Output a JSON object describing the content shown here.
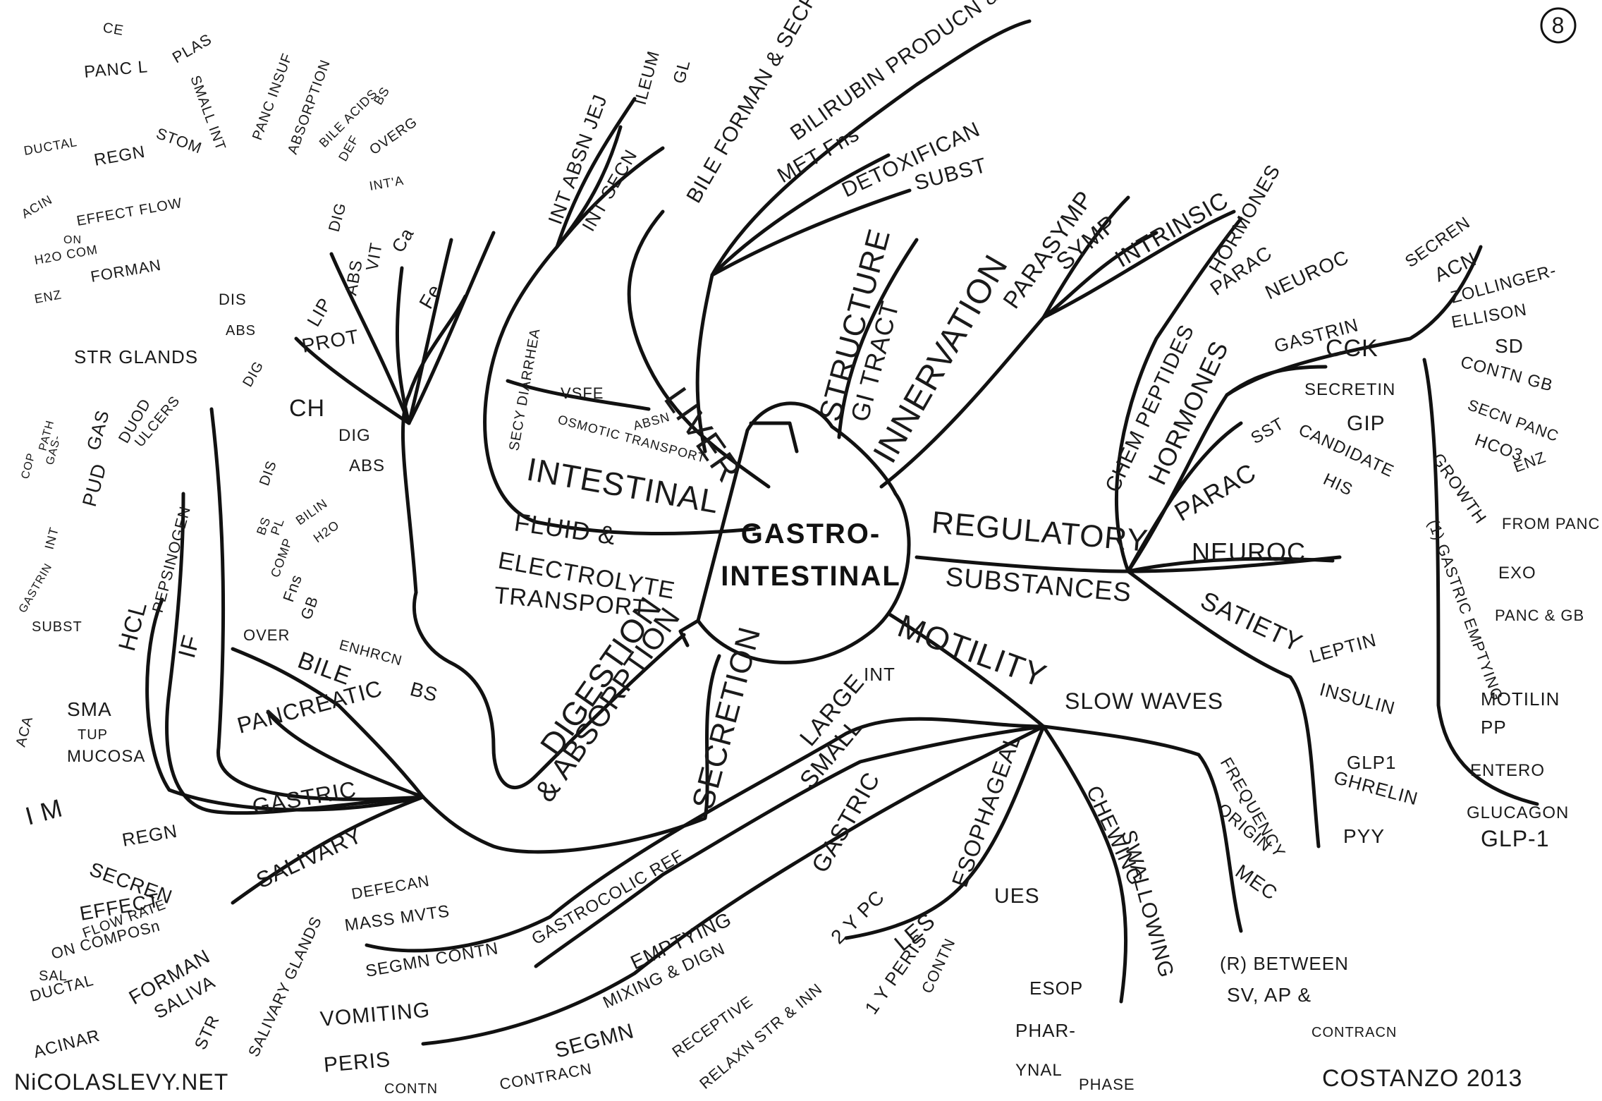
{
  "page_number": "8",
  "credit_left": "NiCOLASLEVY.NET",
  "credit_right": "COSTANZO 2013",
  "center": {
    "line1": "GASTRO-",
    "line2": "INTESTINAL"
  },
  "branches": {
    "structure": {
      "label": "STRUCTURE",
      "children": [
        "GI TRACT"
      ]
    },
    "innervation": {
      "label": "INNERVATION",
      "children": [
        "PARASYMP",
        "SYMP",
        "INTRINSIC"
      ]
    },
    "liver": {
      "label": "LIVER",
      "children": [
        "BILE FORMAN & SECREN",
        "BILIRUBIN PRODUCN & EXCN",
        "MET Fns",
        "DETOXIFICAN",
        "SUBST"
      ]
    },
    "intestinal": {
      "label": "INTESTINAL",
      "children": [
        "INT ABSN JEJ",
        "ILEUM",
        "GL",
        "INT SECN",
        "SECY DIARRHEA",
        "VSFE",
        "OSMOTIC TRANSPORT",
        "ABSN"
      ]
    },
    "fluid": {
      "line1": "FLUID &",
      "line2": "ELECTROLYTE",
      "line3": "TRANSPORT"
    },
    "digestion": {
      "line1": "DIGESTION",
      "line2": "& ABSORPTION"
    },
    "secretion": {
      "label": "SECRETION"
    },
    "regulatory": {
      "line1": "REGULATORY",
      "line2": "SUBSTANCES"
    },
    "motility": {
      "label": "MOTILITY"
    }
  },
  "regulatory_items": {
    "chem_peptides": "CHEM PEPTIDES",
    "hormones_top": "HORMONES",
    "parac_top": "PARAC",
    "neuroc_top": "NEUROC",
    "hormones": "HORMONES",
    "gastrin": "GASTRIN",
    "cck": "CCK",
    "secretin": "SECRETIN",
    "gip": "GIP",
    "candidate": "CANDIDATE",
    "parac": "PARAC",
    "sst": "SST",
    "his": "HIS",
    "neuroc": "NEUROC",
    "satiety": "SATIETY",
    "secren": "SECREN",
    "acn": "ACN",
    "zollinger": "ZOLLINGER-",
    "ellison": "ELLISON",
    "sd": "SD",
    "contn_gb": "CONTN GB",
    "secn_panc": "SECN PANC",
    "hco3": "HCO3",
    "enz": "ENZ",
    "growth": "GROWTH",
    "from_panc": "FROM PANC",
    "exo": "EXO",
    "gastric_emptying": "(1) GASTRIC EMPTYING",
    "panc_gb": "PANC & GB",
    "motilin": "MOTILIN",
    "pp": "PP",
    "entero": "ENTERO",
    "glucagon": "GLUCAGON",
    "glp1": "GLP-1",
    "leptin": "LEPTIN",
    "insulin": "INSULIN",
    "glp1b": "GLP1",
    "ghrelin": "GHRELIN",
    "pyy": "PYY"
  },
  "motility_items": {
    "slow_waves": "SLOW WAVES",
    "frequency": "FREQUENCY",
    "origin": "ORIGIN",
    "mec": "MEC",
    "between": "(R) BETWEEN",
    "sv_ap": "SV, AP &",
    "contracn": "CONTRACN",
    "chewing": "CHEWING",
    "swallowing": "SWALLOWING",
    "esop": "ESOP",
    "phar": "PHAR-",
    "ynal": "YNAL",
    "phase": "PHASE",
    "esophageal": "ESOPHAGEAL",
    "ues": "UES",
    "les": "LES",
    "zypc": "2 Y PC",
    "ypermis": "1 Y PERIS",
    "contn": "CONTN",
    "gastric": "GASTRIC",
    "emptying": "EMPTYING",
    "mixing": "MIXING & DIGN",
    "receptive": "RECEPTIVE",
    "relax": "RELAXN STR & INN",
    "small": "SMALL",
    "segm": "SEGMN",
    "contracn2": "CONTRACN",
    "peris": "PERIS",
    "contn2": "CONTN",
    "vomiting": "VOMITING",
    "large": "LARGE",
    "int": "INT",
    "gastrocolic": "GASTROCOLIC REF",
    "defecan": "DEFECAN",
    "mass_mvts": "MASS MVTS",
    "segm_contn": "SEGMN CONTN"
  },
  "secretion_items": {
    "bile": "BILE",
    "enhrcn": "ENHRCN",
    "bs": "BS",
    "over": "OVER",
    "gb": "GB",
    "fns": "Fns",
    "comp": "COMP",
    "bs2": "BS",
    "pl": "PL",
    "bilin": "BILIN",
    "h2o": "H2O",
    "pancreatic": "PANCREATIC",
    "gastric": "GASTRIC",
    "salivary": "SALIVARY",
    "hcl": "HCL",
    "if": "IF",
    "pepsinogen": "PEPSINOGEN",
    "pud": "PUD",
    "gas": "GAS",
    "duod": "DUOD",
    "ulcers": "ULCERS",
    "int": "INT",
    "cop": "COP",
    "path": "PATH",
    "gas2": "GAS-",
    "sma": "SMA",
    "mucosa": "MUCOSA",
    "tup": "TUP",
    "subst": "SUBST",
    "gastrin": "GASTRIN",
    "aca": "ACA",
    "str_glands": "STR GLANDS",
    "regn": "REGN",
    "ductal": "DUCTAL",
    "acin": "ACIN",
    "effect_flow": "EFFECT FLOW",
    "h2o_com": "H2O COM",
    "enz": "ENZ",
    "forman": "FORMAN",
    "on": "ON",
    "im": "I M",
    "secren": "SECREN",
    "effect": "EFFECT",
    "flow": "FLOW RATE",
    "compos": "ON COMPOSn",
    "sal": "SAL",
    "ductal2": "DUCTAL",
    "acinar": "ACINAR",
    "forman2": "FORMAN",
    "saliva": "SALIVA",
    "str": "STR",
    "salivary_glands": "SALIVARY GLANDS"
  },
  "digestion_items": {
    "ch": "CH",
    "dig": "DIG",
    "abs": "ABS",
    "dis": "DIS",
    "prot": "PROT",
    "dis2": "DIS",
    "abs2": "ABS",
    "dig2": "DIG",
    "lip": "LIP",
    "dig3": "DIG",
    "abs3": "ABS",
    "fe": "Fe",
    "ca": "Ca",
    "vit": "VIT",
    "small_int": "SMALL INT",
    "stom": "STOM",
    "panc_insuf": "PANC INSUF",
    "pancl": "PANC L",
    "plas": "PLAS",
    "ce": "CE",
    "malabsorption": "ABSORPTION",
    "bile_acids": "BILE ACIDS",
    "def": "DEF",
    "bs": "BS",
    "over": "OVERG",
    "inta": "INT'A"
  }
}
